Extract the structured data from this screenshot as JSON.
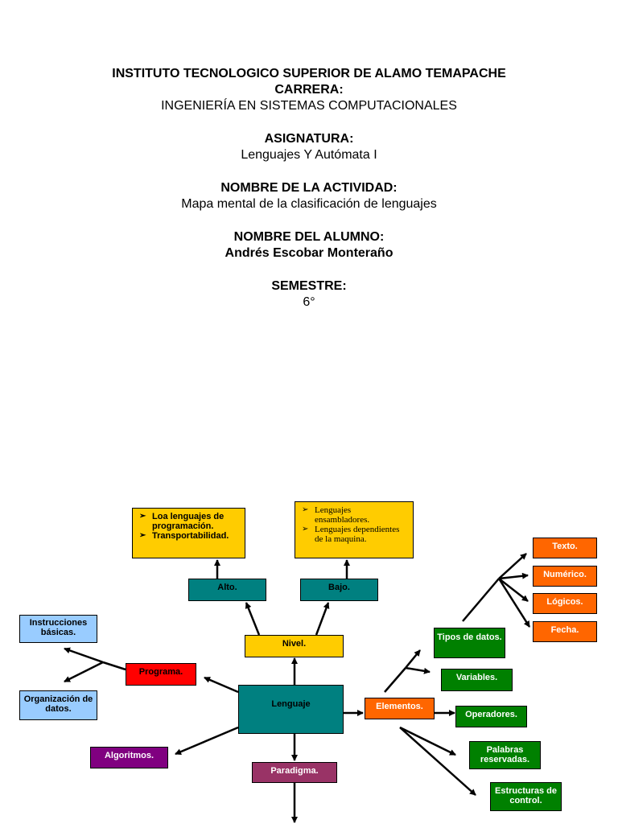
{
  "header": {
    "institute": "INSTITUTO TECNOLOGICO SUPERIOR DE ALAMO TEMAPACHE",
    "career_label": "CARRERA:",
    "career_value": "INGENIERÍA EN SISTEMAS COMPUTACIONALES",
    "subject_label": "ASIGNATURA:",
    "subject_value": "Lenguajes  Y Autómata  I",
    "activity_label": "NOMBRE DE LA ACTIVIDAD:",
    "activity_value": "Mapa mental  de la clasificación  de lenguajes",
    "student_label": "NOMBRE DEL ALUMNO:",
    "student_value": "Andrés Escobar Monteraño",
    "semester_label": "SEMESTRE:",
    "semester_value": "6°"
  },
  "mindmap": {
    "center": "Lenguaje",
    "nivel": "Nivel.",
    "alto": "Alto.",
    "bajo": "Bajo.",
    "alto_notes": [
      "Loa lenguajes de programación.",
      "Transportabilidad."
    ],
    "bajo_notes": [
      "Lenguajes ensambladores.",
      "Lenguajes dependientes de la maquina."
    ],
    "programa": "Programa.",
    "instrucciones": "Instrucciones básicas.",
    "organizacion": "Organización de datos.",
    "algoritmos": "Algoritmos.",
    "paradigma": "Paradigma.",
    "elementos": "Elementos.",
    "tipos_datos": "Tipos de datos.",
    "variables": "Variables.",
    "operadores": "Operadores.",
    "palabras": "Palabras reservadas.",
    "estructuras": "Estructuras de control.",
    "texto": "Texto.",
    "numerico": "Numérico.",
    "logicos": "Lógicos.",
    "fecha": "Fecha."
  },
  "colors": {
    "teal": "#008080",
    "yellow": "#ffcc00",
    "red": "#ff0000",
    "purple": "#800080",
    "maroon": "#993366",
    "blue": "#99ccff",
    "green": "#008000",
    "orange": "#ff6600"
  }
}
